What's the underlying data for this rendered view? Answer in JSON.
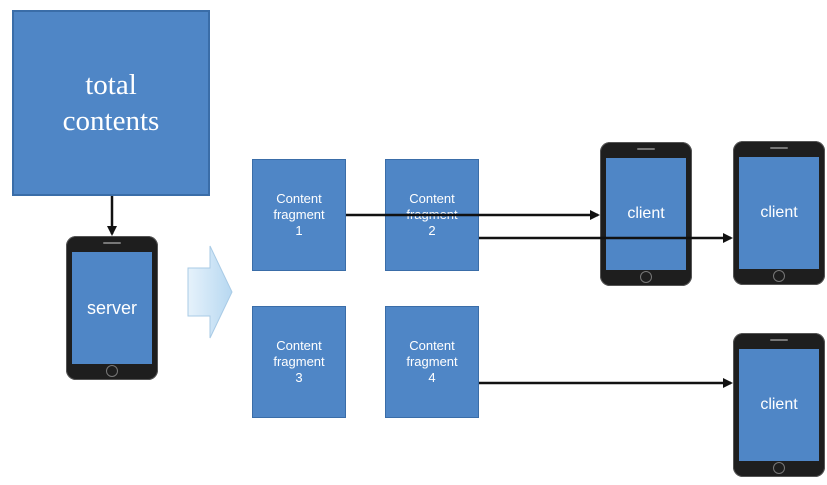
{
  "total": {
    "label": "total\ncontents"
  },
  "server": {
    "label": "server"
  },
  "fragments": [
    {
      "label": "Content\nfragment\n1"
    },
    {
      "label": "Content\nfragment\n2"
    },
    {
      "label": "Content\nfragment\n3"
    },
    {
      "label": "Content\nfragment\n4"
    }
  ],
  "clients": [
    {
      "label": "client"
    },
    {
      "label": "client"
    },
    {
      "label": "client"
    }
  ],
  "colors": {
    "box_fill": "#4f86c6",
    "phone_body": "#1e1e1e",
    "arrow": "#111111",
    "block_arrow": "#cfe5f7"
  }
}
